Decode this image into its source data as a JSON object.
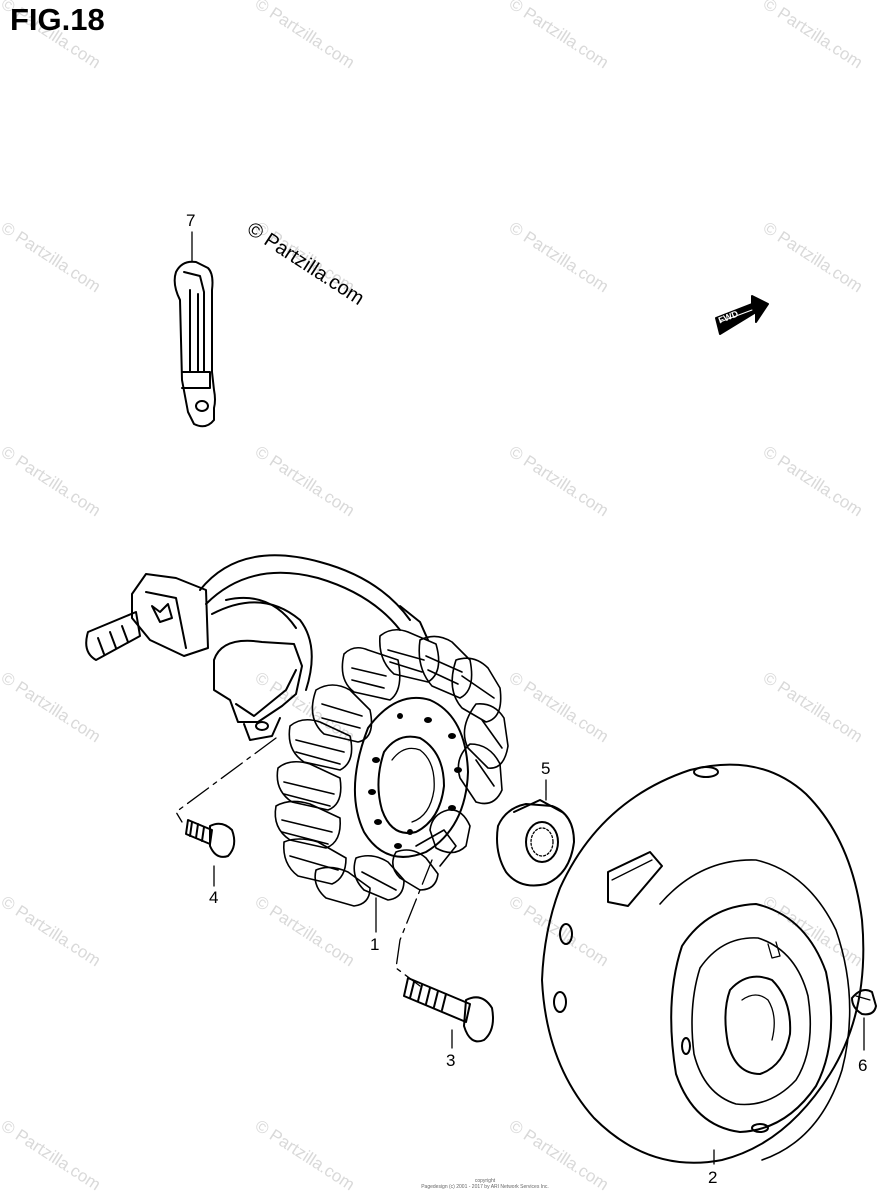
{
  "figure": {
    "title": "FIG.18"
  },
  "watermark": {
    "main": "© Partzilla.com",
    "tile": "© Partzilla.com"
  },
  "fwd_label": "FWD",
  "callouts": [
    {
      "id": "1",
      "label": "1",
      "part": "stator"
    },
    {
      "id": "2",
      "label": "2",
      "part": "flywheel-rotor"
    },
    {
      "id": "3",
      "label": "3",
      "part": "long-bolt"
    },
    {
      "id": "4",
      "label": "4",
      "part": "short-screw"
    },
    {
      "id": "5",
      "label": "5",
      "part": "flange-nut"
    },
    {
      "id": "6",
      "label": "6",
      "part": "woodruff-key"
    },
    {
      "id": "7",
      "label": "7",
      "part": "wire-clamp"
    }
  ],
  "footer": {
    "line1": "copyright",
    "line2": "Pagedesign (c) 2001 - 2017 by ARI Network Services Inc."
  }
}
